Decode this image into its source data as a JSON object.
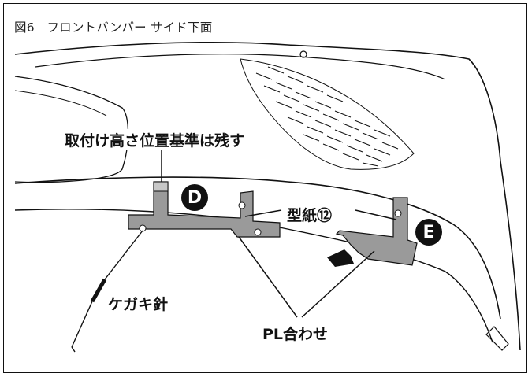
{
  "figure": {
    "title": "図6　フロントバンパー サイド下面"
  },
  "callouts": {
    "keep_reference": "取付け高さ位置基準は残す",
    "pattern_paper": "型紙⑫",
    "scriber": "ケガキ針",
    "pl_align": "PL合わせ"
  },
  "markers": {
    "d": "D",
    "e": "E"
  },
  "colors": {
    "line": "#111111",
    "template_fill": "#9a9a9a",
    "tape_fill": "#c8c8c8",
    "marker_fill": "#111111"
  }
}
